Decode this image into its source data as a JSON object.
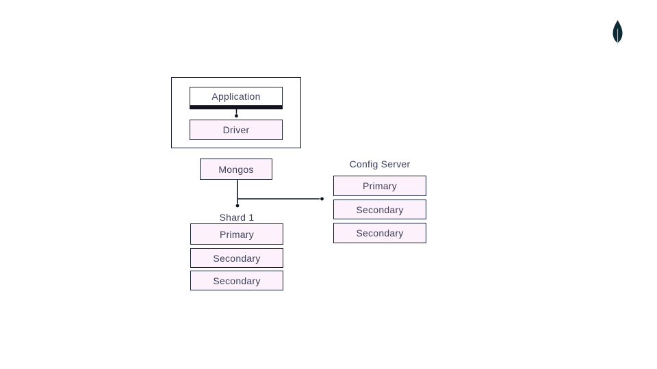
{
  "colors": {
    "background": "#ffffff",
    "box_fill_pink": "#fdf1fb",
    "box_fill_white": "#ffffff",
    "box_border": "#10192e",
    "text": "#3c3f58",
    "connector": "#0d1420",
    "bar": "#12131f",
    "logo": "#0c2b36"
  },
  "logo": {
    "name": "mongodb-leaf"
  },
  "app_group": {
    "application_label": "Application",
    "driver_label": "Driver"
  },
  "mongos": {
    "label": "Mongos"
  },
  "shard1": {
    "title": "Shard 1",
    "nodes": [
      "Primary",
      "Secondary",
      "Secondary"
    ]
  },
  "config_server": {
    "title": "Config Server",
    "nodes": [
      "Primary",
      "Secondary",
      "Secondary"
    ]
  }
}
